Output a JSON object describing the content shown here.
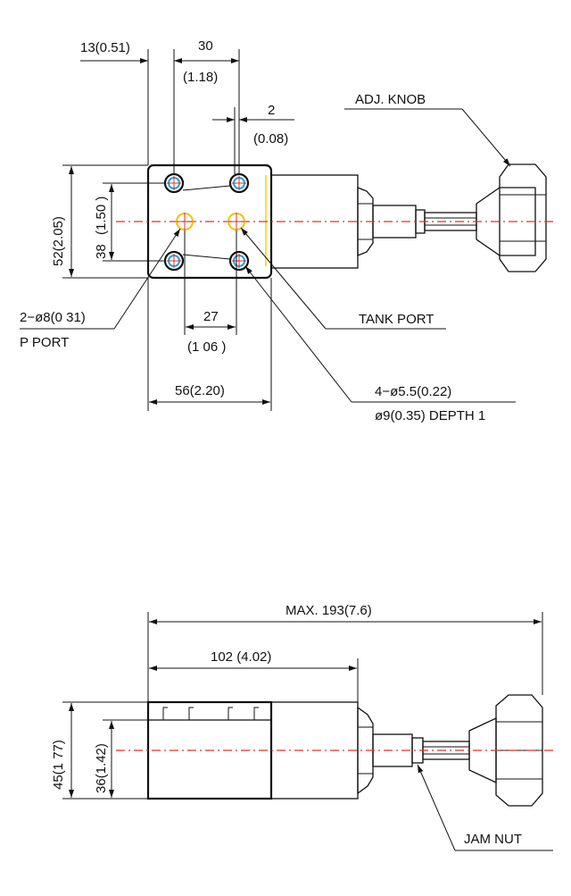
{
  "top_view": {
    "dim_offset": "13(0.51)",
    "dim_hole_pitch_mm": "30",
    "dim_hole_pitch_in": "(1.18)",
    "dim_small_mm": "2",
    "dim_small_in": "(0.08)",
    "dim_height": "52(2.05)",
    "dim_inner_pitch_mm": "38",
    "dim_inner_pitch_in": "(1.50 )",
    "dim_port_spacing_mm": "27",
    "dim_port_spacing_in": "(1 06 )",
    "dim_width": "56(2.20)",
    "label_adj_knob": "ADJ. KNOB",
    "label_tank_port": "TANK PORT",
    "label_p_port_size": "2−ø8(0 31)",
    "label_p_port": "P  PORT",
    "label_bolt_holes": "4−ø5.5(0.22)",
    "label_counterbore": "ø9(0.35)  DEPTH  1"
  },
  "side_view": {
    "dim_max_length": "MAX. 193(7.6)",
    "dim_body_length": "102  (4.02)",
    "dim_height": "45(1 77)",
    "dim_inner_height": "36(1.42)",
    "label_jam_nut": "JAM NUT"
  },
  "colors": {
    "outline": "#111111",
    "centerline": "#e0302c",
    "bolt_hole": "#2a9fd6",
    "port": "#f2c200"
  }
}
